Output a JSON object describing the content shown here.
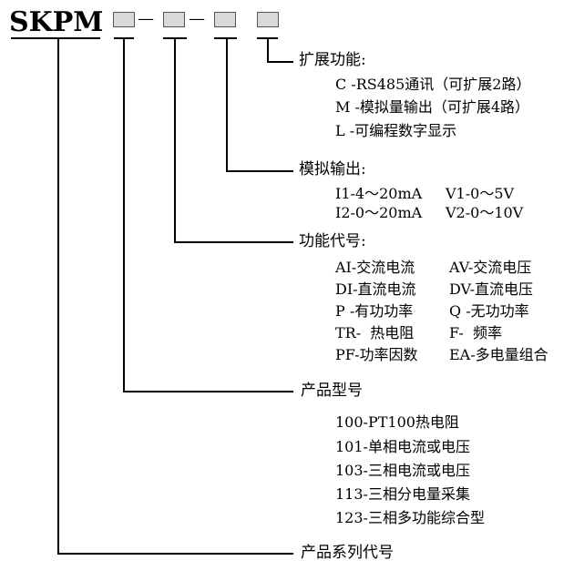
{
  "model": "SKPM",
  "separators": [
    "—",
    "—",
    "—"
  ],
  "extension": {
    "label": "扩展功能:",
    "items": [
      "C -RS485通讯（可扩展2路）",
      "M -模拟量输出（可扩展4路）",
      "L -可编程数字显示"
    ]
  },
  "analog": {
    "label": "模拟输出:",
    "rows": [
      [
        "I1-4～20mA",
        "V1-0～5V"
      ],
      [
        "I2-0～20mA",
        "V2-0～10V"
      ]
    ]
  },
  "function": {
    "label": "功能代号:",
    "rows": [
      [
        "AI-交流电流",
        "AV-交流电压"
      ],
      [
        "DI-直流电流",
        "DV-直流电压"
      ],
      [
        "P -有功功率",
        "Q -无功功率"
      ],
      [
        "TR-  热电阻",
        "F-  频率"
      ],
      [
        "PF-功率因数",
        "EA-多电量组合"
      ]
    ]
  },
  "product": {
    "label": "产品型号",
    "items": [
      "100-PT100热电阻",
      "101-单相电流或电压",
      "103-三相电流或电压",
      "113-三相分电量采集",
      "123-三相多功能综合型"
    ]
  },
  "series": {
    "label": "产品系列代号"
  }
}
